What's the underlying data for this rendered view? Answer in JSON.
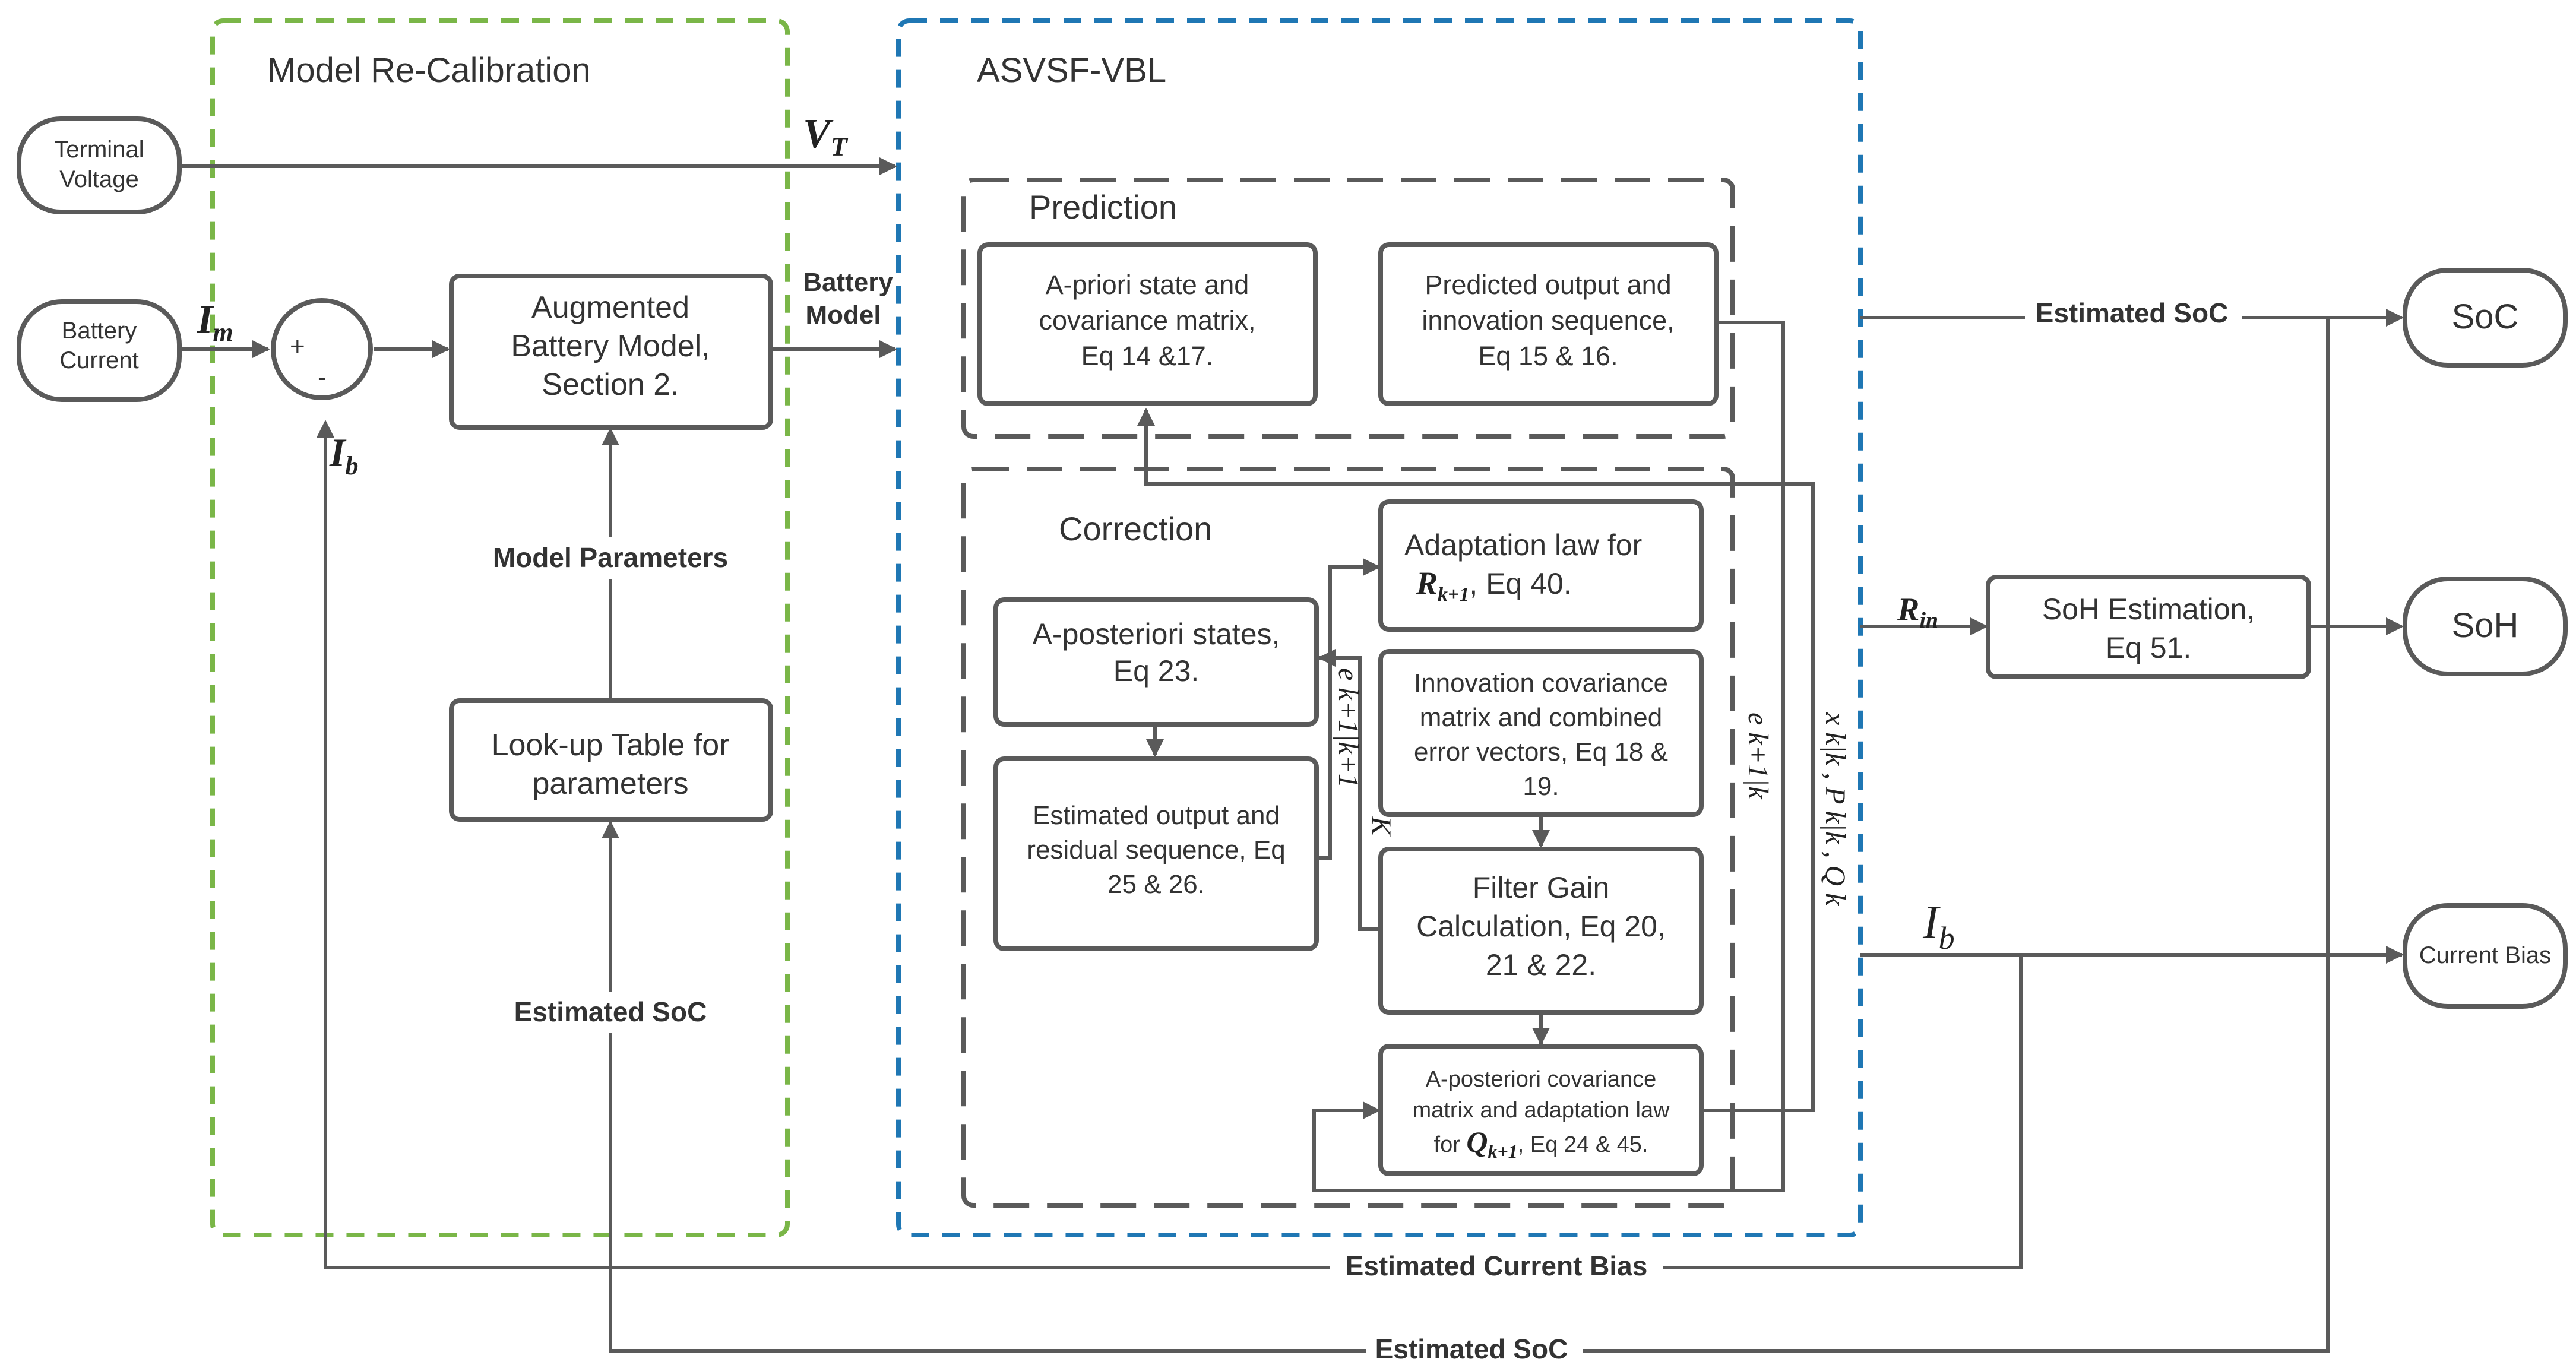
{
  "regions": {
    "recalibration": "Model Re-Calibration",
    "asvsf": "ASVSF-VBL",
    "prediction": "Prediction",
    "correction": "Correction"
  },
  "colors": {
    "recalibration_border": "#7ab648",
    "asvsf_border": "#1f77b4",
    "lines": "#5a5a5a",
    "text": "#333333"
  },
  "inputs": {
    "terminal_voltage": [
      "Terminal",
      "Voltage"
    ],
    "battery_current": [
      "Battery",
      "Current"
    ]
  },
  "outputs": {
    "soc": "SoC",
    "soh": "SoH",
    "current_bias": "Current Bias"
  },
  "sum": {
    "plus": "+",
    "minus": "-"
  },
  "blocks": {
    "augmented_model": [
      "Augmented",
      "Battery Model,",
      "Section 2."
    ],
    "lookup_table": [
      "Look-up Table for",
      "parameters"
    ],
    "apriori": [
      "A-priori state and",
      "covariance matrix,",
      "Eq 14 &17."
    ],
    "predicted_output": [
      "Predicted output and",
      "innovation sequence,",
      "Eq 15 & 16."
    ],
    "adaptation_r": {
      "line1": "Adaptation law for",
      "sym": "R",
      "sub": "k+1",
      "rest": ", Eq 40."
    },
    "aposteriori_states": [
      "A-posteriori states,",
      "Eq 23."
    ],
    "innovation_cov": [
      "Innovation covariance",
      "matrix and combined",
      "error vectors, Eq 18 &",
      "19."
    ],
    "estimated_output": [
      "Estimated output and",
      "residual sequence, Eq",
      "25 & 26."
    ],
    "filter_gain": [
      "Filter Gain",
      "Calculation, Eq 20,",
      "21 & 22."
    ],
    "aposteriori_cov": {
      "line1": "A-posteriori covariance",
      "line2": "matrix and adaptation law",
      "pre": "for ",
      "sym": "Q",
      "sub": "k+1",
      "rest": ", Eq 24 & 45."
    },
    "soh_estimation": [
      "SoH Estimation,",
      "Eq 51."
    ]
  },
  "labels": {
    "battery_model": [
      "Battery",
      "Model"
    ],
    "model_parameters": "Model Parameters",
    "estimated_soc_inner": "Estimated SoC",
    "estimated_soc_top": "Estimated SoC",
    "estimated_current_bias": "Estimated Current Bias",
    "estimated_soc_bottom": "Estimated SoC"
  },
  "symbols": {
    "vt": {
      "main": "V",
      "sub": "T"
    },
    "im": {
      "main": "I",
      "sub": "m"
    },
    "ib_left": {
      "main": "I",
      "sub": "b"
    },
    "ib_right": {
      "main": "I",
      "sub": "b"
    },
    "rin": {
      "main": "R",
      "sub": "in"
    },
    "e_post": "e k+1|k+1",
    "k_gain": "K",
    "e_prior": "e k+1|k",
    "state_vec": "x k|k , P k|k , Q k"
  }
}
